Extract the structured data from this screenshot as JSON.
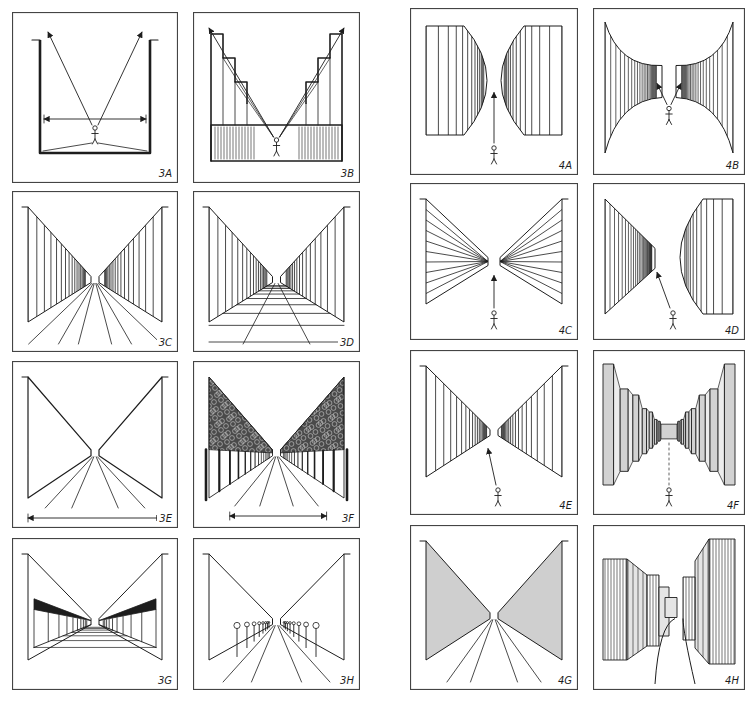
{
  "diagram": {
    "labels": [
      "3A",
      "3B",
      "3C",
      "3D",
      "3E",
      "3F",
      "3G",
      "3H",
      "4A",
      "4B",
      "4C",
      "4D",
      "4E",
      "4F",
      "4G",
      "4H"
    ]
  }
}
